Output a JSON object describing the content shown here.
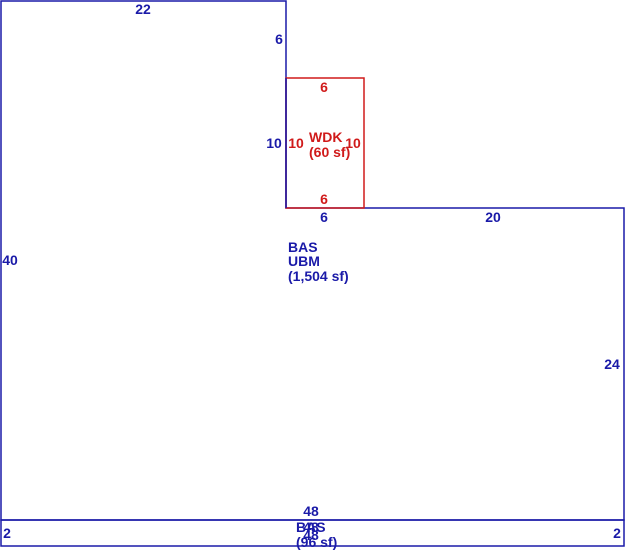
{
  "colors": {
    "main": "#1a1aa8",
    "deck": "#d01a1a"
  },
  "main_area": {
    "code": "BAS",
    "name": "UBM",
    "area": "(1,504 sf)",
    "dims": {
      "top": "22",
      "notch_left": "6",
      "notch_bottom": "6",
      "right_top": "20",
      "right": "24",
      "left": "40",
      "bottom": "48"
    }
  },
  "deck": {
    "name": "WDK",
    "area": "(60 sf)",
    "dims": {
      "top": "6",
      "left_outer": "10",
      "left": "10",
      "right": "10",
      "bottom": "6"
    }
  },
  "strip": {
    "code": "BAS",
    "area": "(96 sf)",
    "dims": {
      "top": "48",
      "bottom": "48",
      "left": "2",
      "right": "2"
    }
  }
}
